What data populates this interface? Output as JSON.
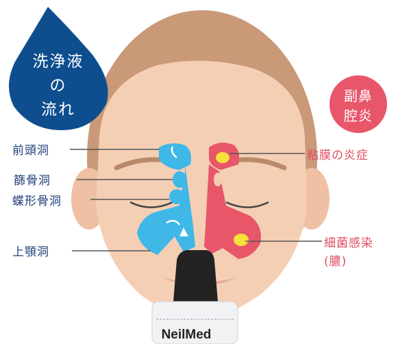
{
  "title_drop": {
    "lines": [
      "洗浄液",
      "の",
      "流れ"
    ],
    "color": "#0e4e8e"
  },
  "badge": {
    "lines": [
      "副鼻",
      "腔炎"
    ],
    "color": "#e8566a"
  },
  "left_labels": [
    "前頭洞",
    "篩骨洞",
    "蝶形骨洞",
    "上顎洞"
  ],
  "right_labels": {
    "mucosa": "粘膜の炎症",
    "bacteria": "細菌感染",
    "pus": "(膿)"
  },
  "bottle": {
    "brand": "NeilMed"
  },
  "colors": {
    "skin": "#f5cfb4",
    "hair": "#c99978",
    "sinus_blue": "#3fb8e8",
    "sinus_red": "#e8566a",
    "inflammation_yellow": "#f6e23a",
    "label_blue": "#1f3f7a",
    "label_red": "#e04a60"
  }
}
